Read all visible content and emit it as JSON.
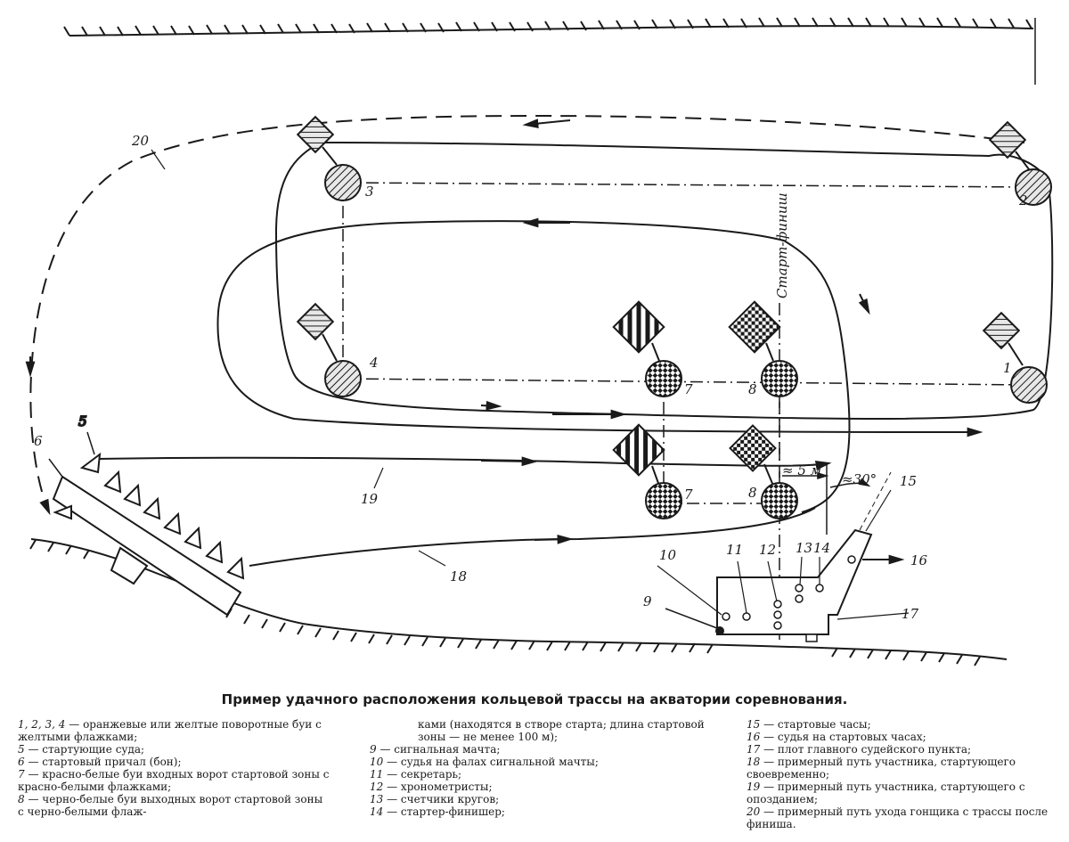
{
  "labels": {
    "buoy_1": "1",
    "buoy_2": "2",
    "buoy_3": "3",
    "buoy_4": "4",
    "boats_5": "5",
    "pier_6": "6",
    "gate_7_top": "7",
    "gate_7_bottom": "7",
    "gate_8_top": "8",
    "gate_8_bottom": "8",
    "mast_9": "9",
    "judge_10": "10",
    "secretary_11": "11",
    "timers_12": "12",
    "counters_13": "13",
    "starter_14": "14",
    "clock_15": "15",
    "judge_16": "16",
    "raft_17": "17",
    "path_18": "18",
    "path_19": "19",
    "path_20": "20",
    "start_finish": "Старт-финиш",
    "distance": "≈ 5 м",
    "angle": "≈30°"
  },
  "caption": "Пример удачного расположения кольцевой трассы на акватории соревнования.",
  "legend": {
    "col1": [
      {
        "num": "1, 2, 3, 4",
        "text": "— оранжевые или желтые поворотные буи с желтыми флажками;"
      },
      {
        "num": "5",
        "text": "— стартующие суда;"
      },
      {
        "num": "6",
        "text": "— стартовый причал (бон);"
      },
      {
        "num": "7",
        "text": "— красно-белые буи входных ворот стартовой зоны с красно-белыми флажками;"
      },
      {
        "num": "8",
        "text": "— черно-белые буи выходных ворот стартовой зоны с черно-белыми флаж-"
      }
    ],
    "col2_cont": "ками (находятся в створе старта; длина стартовой зоны — не менее 100 м);",
    "col2": [
      {
        "num": "9",
        "text": "— сигнальная мачта;"
      },
      {
        "num": "10",
        "text": "— судья на фалах сигнальной мачты;"
      },
      {
        "num": "11",
        "text": "— секретарь;"
      },
      {
        "num": "12",
        "text": "— хронометристы;"
      },
      {
        "num": "13",
        "text": "— счетчики кругов;"
      },
      {
        "num": "14",
        "text": "— стартер-финишер;"
      }
    ],
    "col3": [
      {
        "num": "15",
        "text": "— стартовые часы;"
      },
      {
        "num": "16",
        "text": "— судья на стартовых часах;"
      },
      {
        "num": "17",
        "text": "— плот главного судейского пункта;"
      },
      {
        "num": "18",
        "text": "— примерный путь участника, стартующего своевременно;"
      },
      {
        "num": "19",
        "text": "— примерный путь участника, стартующего с опозданием;"
      },
      {
        "num": "20",
        "text": "— примерный путь ухода гонщика с трассы после финиша."
      }
    ]
  },
  "colors": {
    "ink": "#1a1a1a",
    "buoy_fill": "#d8d8d8"
  }
}
